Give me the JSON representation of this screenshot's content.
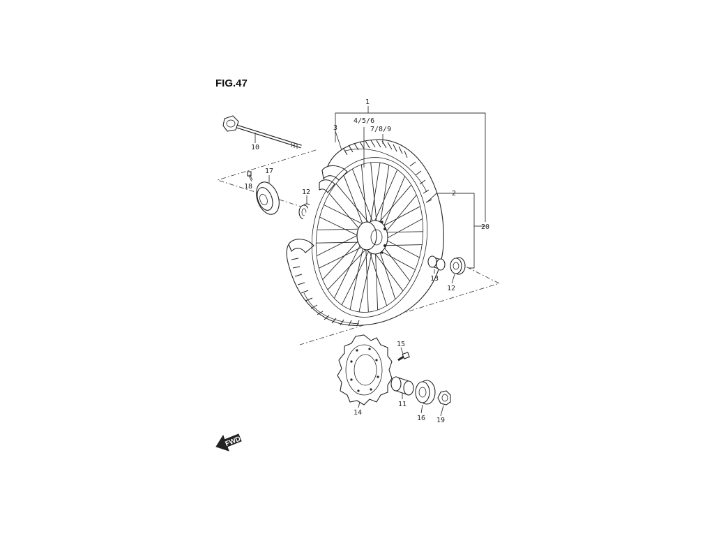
{
  "figure": {
    "title": "FIG.47"
  },
  "callouts": {
    "c1": "1",
    "c2": "2",
    "c3": "3",
    "c456": "4/5/6",
    "c789": "7/8/9",
    "c10": "10",
    "c11": "11",
    "c12a": "12",
    "c12b": "12",
    "c13": "13",
    "c14": "14",
    "c15": "15",
    "c16": "16",
    "c17": "17",
    "c18": "18",
    "c19": "19",
    "c20": "20"
  },
  "direction": {
    "label": "FWD"
  },
  "icons": [
    "fwd-arrow-icon"
  ]
}
